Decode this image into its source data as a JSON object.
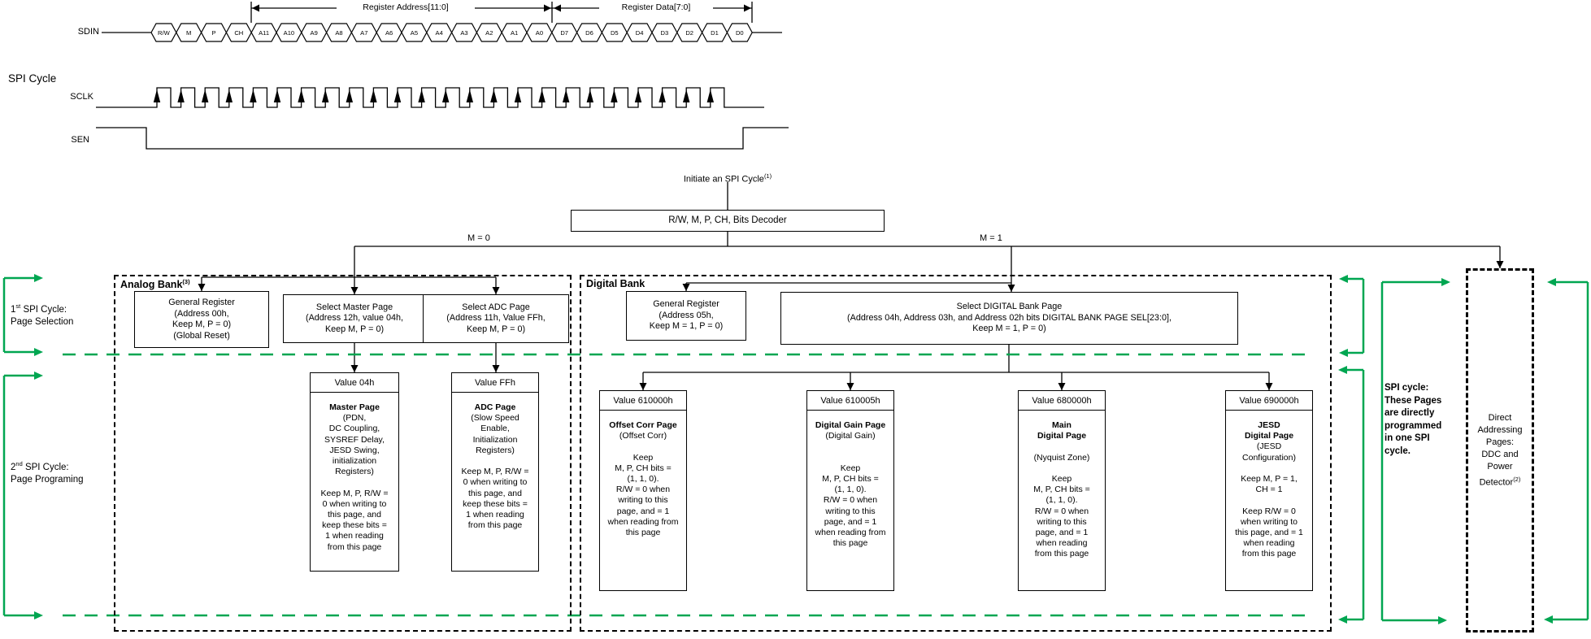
{
  "colors": {
    "green": "#00A651",
    "wire": "#000000"
  },
  "timing": {
    "section_label": "SPI Cycle",
    "signals": {
      "sdin": "SDIN",
      "sclk": "SCLK",
      "sen": "SEN"
    },
    "spans": [
      {
        "label": "Register Address[11:0]"
      },
      {
        "label": "Register Data[7:0]"
      }
    ],
    "sdin_bits": [
      "R/W",
      "M",
      "P",
      "CH",
      "A11",
      "A10",
      "A9",
      "A8",
      "A7",
      "A6",
      "A5",
      "A4",
      "A3",
      "A2",
      "A1",
      "A0",
      "D7",
      "D6",
      "D5",
      "D4",
      "D3",
      "D2",
      "D1",
      "D0"
    ]
  },
  "flow": {
    "initiate_label": "Initiate an SPI Cycle",
    "initiate_sup": "(1)",
    "decoder_label": "R/W, M, P, CH, Bits Decoder",
    "m0_label": "M = 0",
    "m1_label": "M = 1",
    "analog_bank": {
      "title": "Analog Bank",
      "title_sup": "(3)",
      "row1": [
        {
          "lines": [
            "General Register",
            "(Address 00h,",
            "Keep M, P = 0)",
            "(Global Reset)"
          ]
        },
        {
          "lines": [
            "Select Master Page",
            "(Address 12h, value 04h,",
            "Keep M, P = 0)"
          ]
        },
        {
          "lines": [
            "Select ADC Page",
            "(Address 11h, Value FFh,",
            "Keep M, P = 0)"
          ]
        }
      ],
      "pages": [
        {
          "value": "Value 04h",
          "body": [
            {
              "t": "Master Page",
              "b": 1
            },
            {
              "t": "(PDN,"
            },
            {
              "t": "DC Coupling,"
            },
            {
              "t": "SYSREF Delay,"
            },
            {
              "t": "JESD Swing,"
            },
            {
              "t": "initialization"
            },
            {
              "t": "Registers)"
            },
            {
              "t": ""
            },
            {
              "t": "Keep M, P, R/W ="
            },
            {
              "t": "0 when writing to"
            },
            {
              "t": "this page, and"
            },
            {
              "t": "keep these bits ="
            },
            {
              "t": "1 when reading"
            },
            {
              "t": "from this page"
            }
          ]
        },
        {
          "value": "Value FFh",
          "body": [
            {
              "t": "ADC Page",
              "b": 1
            },
            {
              "t": "(Slow Speed"
            },
            {
              "t": "Enable,"
            },
            {
              "t": "Initialization"
            },
            {
              "t": "Registers)"
            },
            {
              "t": ""
            },
            {
              "t": "Keep M, P, R/W ="
            },
            {
              "t": "0 when writing to"
            },
            {
              "t": "this page, and"
            },
            {
              "t": "keep these bits ="
            },
            {
              "t": "1 when reading"
            },
            {
              "t": "from this page"
            }
          ]
        }
      ]
    },
    "digital_bank": {
      "title": "Digital Bank",
      "row1": [
        {
          "lines": [
            "General Register",
            "(Address 05h,",
            "Keep M = 1, P = 0)"
          ]
        },
        {
          "lines": [
            "Select DIGITAL Bank Page",
            "(Address 04h, Address 03h, and Address 02h bits DIGITAL BANK PAGE SEL[23:0],",
            "Keep M = 1, P = 0)"
          ]
        }
      ],
      "pages": [
        {
          "value": "Value 610000h",
          "body": [
            {
              "t": "Offset Corr Page",
              "b": 1
            },
            {
              "t": "(Offset Corr)"
            },
            {
              "t": ""
            },
            {
              "t": "Keep"
            },
            {
              "t": "M, P, CH bits ="
            },
            {
              "t": "(1, 1, 0)."
            },
            {
              "t": "R/W = 0 when"
            },
            {
              "t": "writing to this"
            },
            {
              "t": "page, and = 1"
            },
            {
              "t": "when reading from"
            },
            {
              "t": "this page"
            }
          ]
        },
        {
          "value": "Value 610005h",
          "body": [
            {
              "t": "Digital Gain Page",
              "b": 1
            },
            {
              "t": "(Digital Gain)"
            },
            {
              "t": ""
            },
            {
              "t": ""
            },
            {
              "t": "Keep"
            },
            {
              "t": "M, P, CH bits ="
            },
            {
              "t": "(1, 1, 0)."
            },
            {
              "t": "R/W = 0 when"
            },
            {
              "t": "writing to this"
            },
            {
              "t": "page, and = 1"
            },
            {
              "t": "when reading from"
            },
            {
              "t": "this page"
            }
          ]
        },
        {
          "value": "Value 680000h",
          "body": [
            {
              "t": "Main",
              "b": 1
            },
            {
              "t": "Digital Page",
              "b": 1
            },
            {
              "t": ""
            },
            {
              "t": "(Nyquist Zone)"
            },
            {
              "t": ""
            },
            {
              "t": "Keep"
            },
            {
              "t": "M, P, CH bits ="
            },
            {
              "t": "(1, 1, 0)."
            },
            {
              "t": "R/W = 0 when"
            },
            {
              "t": "writing to this"
            },
            {
              "t": "page, and = 1"
            },
            {
              "t": "when reading"
            },
            {
              "t": "from this page"
            }
          ]
        },
        {
          "value": "Value 690000h",
          "body": [
            {
              "t": "JESD",
              "b": 1
            },
            {
              "t": "Digital Page",
              "b": 1
            },
            {
              "t": "(JESD"
            },
            {
              "t": "Configuration)"
            },
            {
              "t": ""
            },
            {
              "t": "Keep M, P = 1,"
            },
            {
              "t": "CH = 1"
            },
            {
              "t": ""
            },
            {
              "t": "Keep R/W = 0"
            },
            {
              "t": "when writing to"
            },
            {
              "t": "this page, and = 1"
            },
            {
              "t": "when reading"
            },
            {
              "t": "from this page"
            }
          ]
        }
      ]
    },
    "annotations": {
      "cycle1_num": "1",
      "cycle1_sup": "st",
      "cycle1_rest": " SPI Cycle:",
      "cycle1_line2": "Page Selection",
      "cycle2_num": "2",
      "cycle2_sup": "nd",
      "cycle2_rest": " SPI Cycle:",
      "cycle2_line2": "Page Programing",
      "spi_note": [
        "SPI cycle:",
        "These Pages",
        "are directly",
        "programmed",
        "in one SPI",
        "cycle."
      ],
      "direct_box": [
        "Direct",
        "Addressing",
        "Pages:",
        "DDC and",
        "Power"
      ],
      "direct_box_last": "Detector",
      "direct_box_sup": "(2)"
    }
  }
}
